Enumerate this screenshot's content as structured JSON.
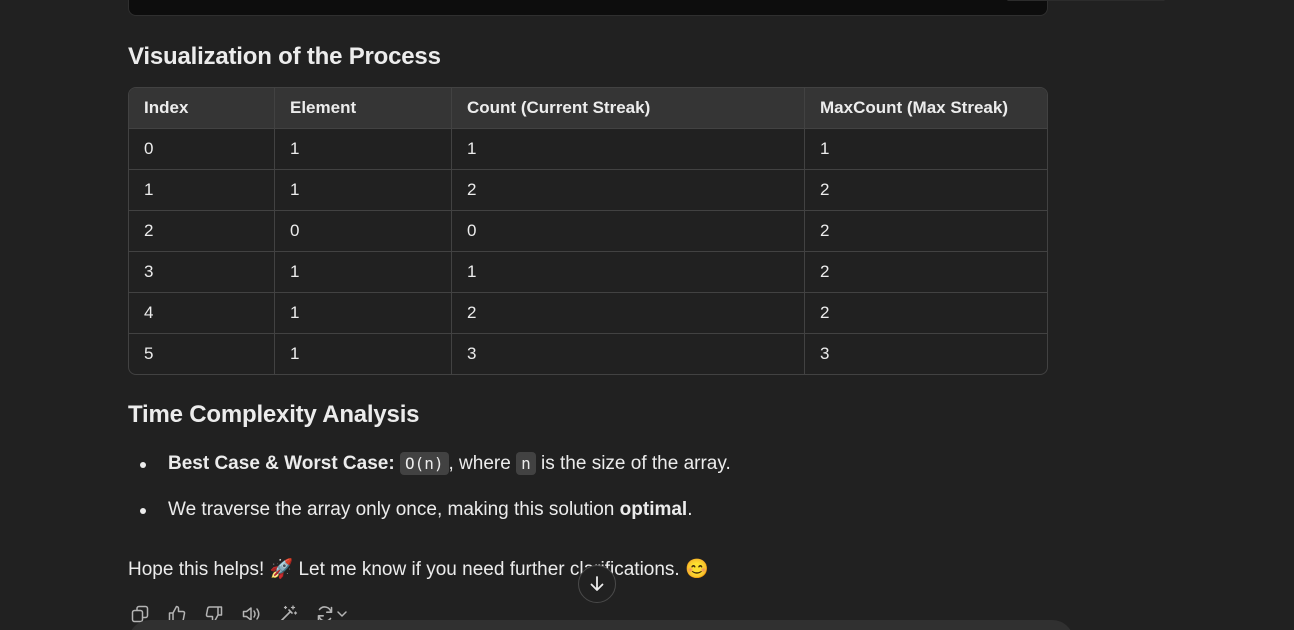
{
  "headings": {
    "visualization": "Visualization of the Process",
    "time_complexity": "Time Complexity Analysis"
  },
  "table": {
    "headers": [
      "Index",
      "Element",
      "Count (Current Streak)",
      "MaxCount (Max Streak)"
    ],
    "rows": [
      [
        "0",
        "1",
        "1",
        "1"
      ],
      [
        "1",
        "1",
        "2",
        "2"
      ],
      [
        "2",
        "0",
        "0",
        "2"
      ],
      [
        "3",
        "1",
        "1",
        "2"
      ],
      [
        "4",
        "1",
        "2",
        "2"
      ],
      [
        "5",
        "1",
        "3",
        "3"
      ]
    ]
  },
  "bullets": {
    "b1_bold": "Best Case & Worst Case:",
    "b1_code": "O(n)",
    "b1_mid": ", where",
    "b1_code2": "n",
    "b1_tail": "is the size of the array.",
    "b2_text": "We traverse the array only once, making this solution",
    "b2_bold": "optimal",
    "b2_end": "."
  },
  "closing": {
    "text": "Hope this helps! 🚀 Let me know if you need further clarifications. 😊"
  },
  "icons": {
    "scroll_down": "arrow-down-icon",
    "actions": [
      "copy-icon",
      "thumbs-up-icon",
      "thumbs-down-icon",
      "read-aloud-icon",
      "edit-magic-icon",
      "regenerate-icon",
      "chevron-down-icon"
    ]
  },
  "colors": {
    "background": "#212121",
    "table_header": "#353535",
    "border": "#424242",
    "text": "#ececec"
  }
}
